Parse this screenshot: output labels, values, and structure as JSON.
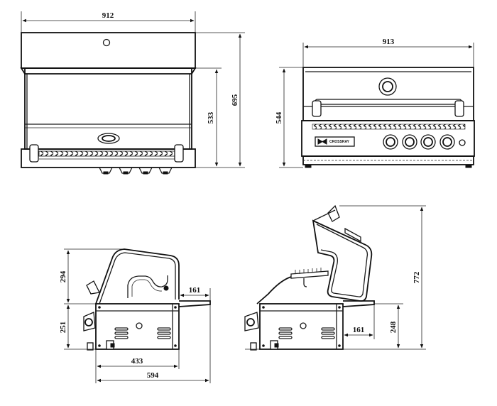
{
  "views": {
    "rear": {
      "width": "912",
      "depth": "695",
      "inner_height": "533"
    },
    "front": {
      "width": "913",
      "height": "544",
      "brand": "CROSSRAY"
    },
    "side_closed": {
      "hood_height": "294",
      "body_height": "251",
      "shelf": "161",
      "base_depth": "433",
      "overall_depth": "594"
    },
    "side_open": {
      "overall_height": "772",
      "shelf": "161",
      "body_height": "248"
    }
  }
}
